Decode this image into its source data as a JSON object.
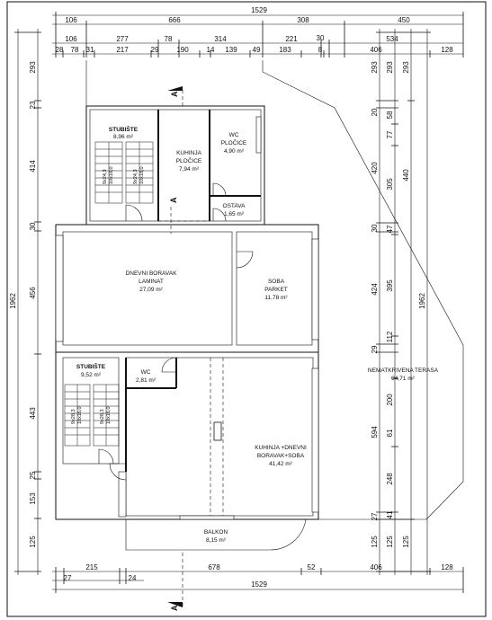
{
  "dims": {
    "top": {
      "overall": "1529",
      "r1": [
        "106",
        "666",
        "308",
        "450"
      ],
      "r2": [
        "106",
        "277",
        "78",
        "314",
        "221",
        "30",
        "534"
      ],
      "r3": [
        "28",
        "78",
        "31",
        "217",
        "29",
        "190",
        "14",
        "139",
        "49",
        "183",
        "8",
        "406",
        "128"
      ]
    },
    "bottom": {
      "r1": [
        "215",
        "678",
        "52",
        "406",
        "128"
      ],
      "r2": [
        "27",
        "24"
      ],
      "overall": "1529"
    },
    "left": {
      "overall": "1962",
      "r1": [
        "293",
        "23",
        "414",
        "30",
        "456",
        "443",
        "25",
        "153",
        "125"
      ]
    },
    "right": {
      "c1": [
        "293",
        "20",
        "420",
        "30",
        "424",
        "29",
        "594",
        "27",
        "125"
      ],
      "c2": [
        "293",
        "58",
        "77",
        "305",
        "47",
        "395",
        "112",
        "200",
        "61",
        "248",
        "41",
        "125"
      ],
      "c3": [
        "293",
        "440",
        "125"
      ],
      "c4": [
        "1962"
      ]
    }
  },
  "rooms": {
    "stubiste1": {
      "name": "STUBIŠTE",
      "area": "8,96 m²"
    },
    "kuhinja": {
      "name": "KUHINJA",
      "sub": "PLOČICE",
      "area": "7,94 m²"
    },
    "wc1": {
      "name": "WC",
      "sub": "PLOČICE",
      "area": "4,90 m²"
    },
    "ostava": {
      "name": "OSTAVA",
      "area": "1,65 m²"
    },
    "dnevni": {
      "name": "DNEVNI BORAVAK",
      "sub": "LAMINAT",
      "area": "27,09 m²"
    },
    "soba": {
      "name": "SOBA",
      "sub": "PARKET",
      "area": "11,78 m²"
    },
    "stubiste2": {
      "name": "STUBIŠTE",
      "area": "9,52 m²"
    },
    "wc2": {
      "name": "WC",
      "area": "2,81 m²"
    },
    "kuhinja_dnevni": {
      "name": "KUHINJA +DNEVNI",
      "sub": "BORAVAK+SOBA",
      "area": "41,42 m²"
    },
    "terasa": {
      "name": "NEMATKRIVENA TERASA",
      "area": "94,71 m²"
    },
    "balkon": {
      "name": "BALKON",
      "area": "8,15 m²"
    }
  },
  "stairs": {
    "s1a": "9x24,3",
    "s1b": "10x18,0",
    "s2a": "9x24,3",
    "s2b": "10x18,0",
    "s3a": "9x28,3",
    "s3b": "10x16,0",
    "s4a": "9x28,3",
    "s4b": "10x16,0"
  },
  "section_mark": "A"
}
